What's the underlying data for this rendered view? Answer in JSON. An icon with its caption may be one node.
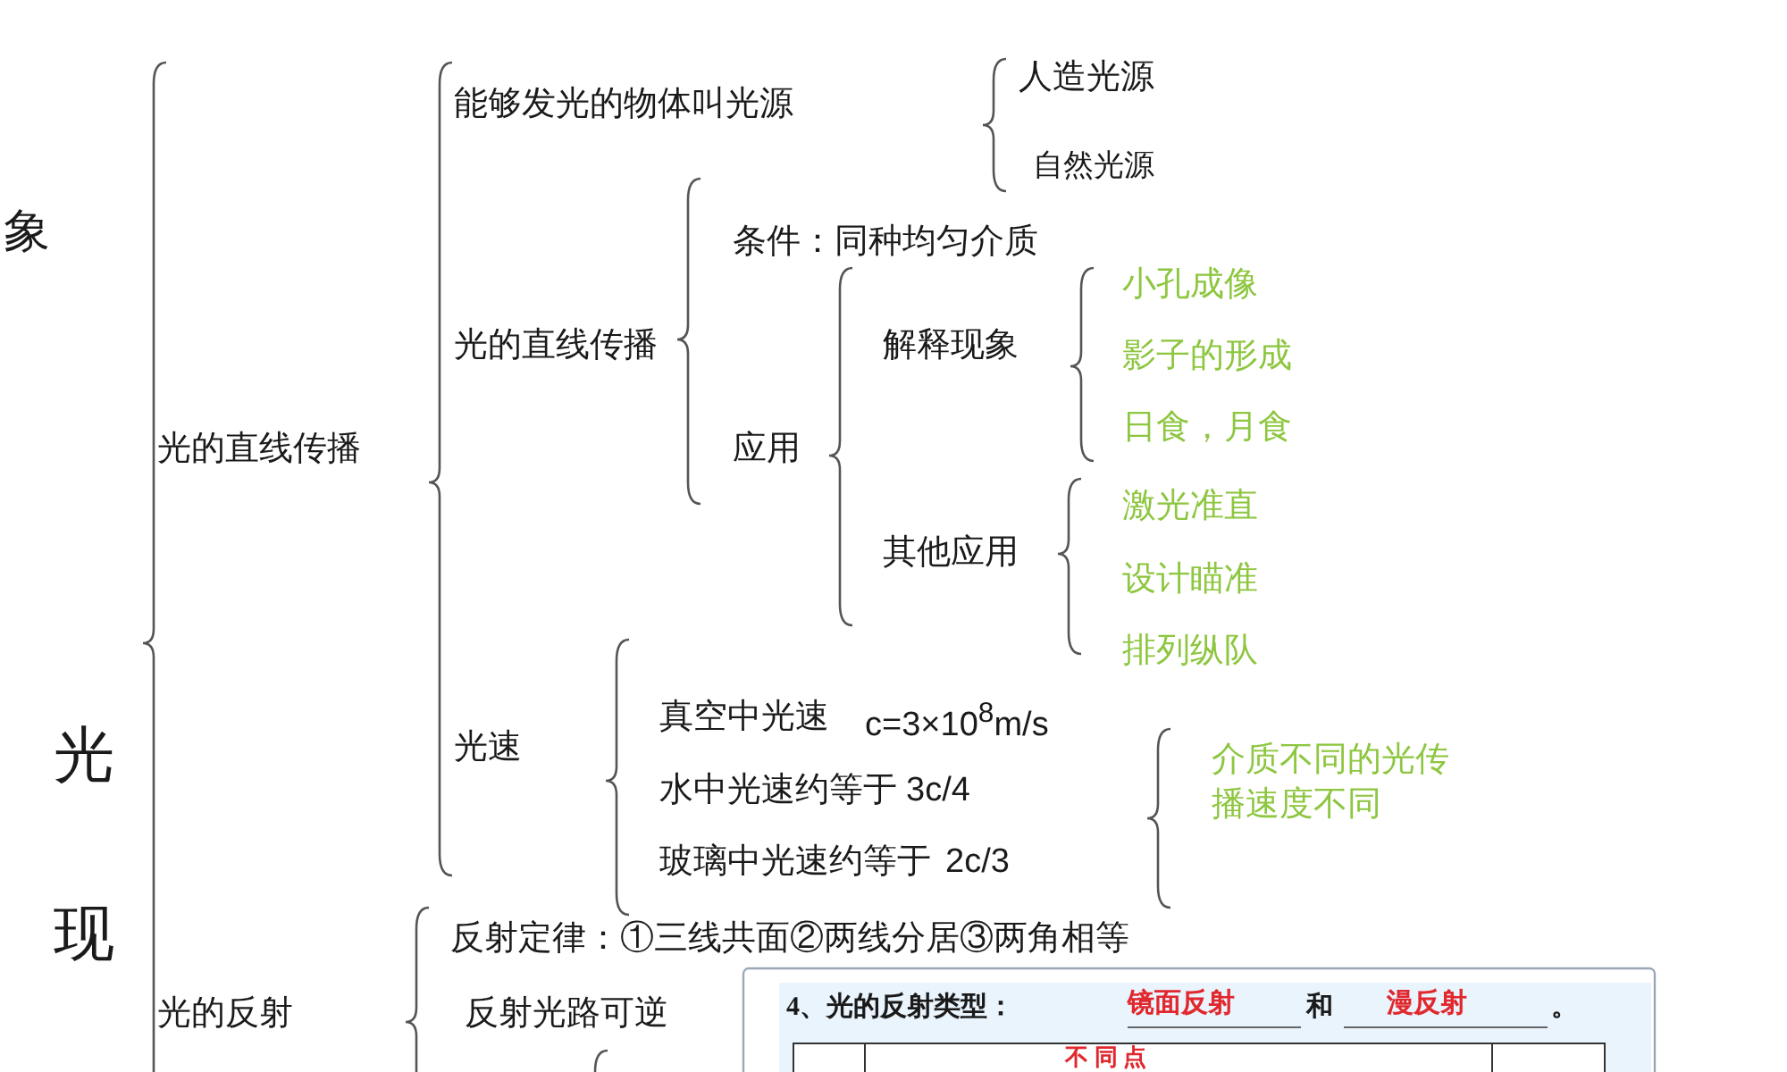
{
  "diagram": {
    "labels": [
      "象",
      "能够发光的物体叫光源",
      "人造光源",
      "自然光源",
      "光的直线传播",
      "条件：同种均匀介质",
      "小孔成像",
      "解释现象",
      "影子的形成",
      "日食，月食",
      "光的直线传播",
      "应用",
      "激光准直",
      "其他应用",
      "设计瞄准",
      "排列纵队",
      "真空中光速",
      "c=3×10$^{8}$m/s",
      "光速",
      "介质不同的光传播速度不同",
      "水中光速约等于",
      "3c/4",
      "光",
      "玻璃中光速约等于",
      "2c/3",
      "现",
      "反射定律：①三线共面②两线分居③两角相等",
      "光的反射",
      "反射光路可逆",
      "4、光的反射类型：",
      "镜面反射",
      "和",
      "漫反射",
      "。",
      "不 同 点"
    ]
  }
}
